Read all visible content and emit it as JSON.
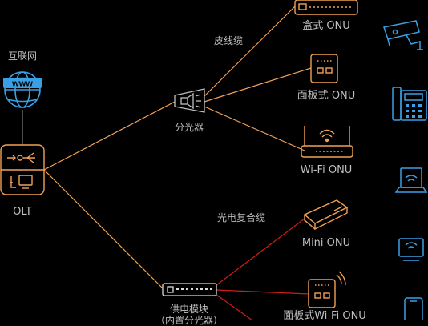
{
  "internet": {
    "label": "互联网",
    "icon": "globe-www-icon",
    "icon_text": "www"
  },
  "olt": {
    "label": "OLT",
    "icon": "olt-device-icon"
  },
  "splitter": {
    "label": "分光器",
    "icon": "optical-splitter-icon"
  },
  "power_module": {
    "label": "供电模块",
    "sub_label": "（内置分光器）",
    "icon": "power-module-icon"
  },
  "cables": {
    "leather": "皮线缆",
    "composite": "光电复合缆"
  },
  "onus": {
    "box": "盒式 ONU",
    "panel": "面板式 ONU",
    "wifi": "Wi-Fi ONU",
    "mini": "Mini ONU",
    "panel_wifi": "面板式Wi-Fi ONU"
  },
  "terminals": [
    "security-camera-icon",
    "ip-phone-icon",
    "laptop-icon",
    "wifi-monitor-icon",
    "tablet-icon"
  ],
  "colors": {
    "background": "#000000",
    "fiber": "#f0a35a",
    "composite": "#d01c1c",
    "device": "#f2a154",
    "terminal": "#3aa0e6",
    "text": "#bfbfbf"
  }
}
